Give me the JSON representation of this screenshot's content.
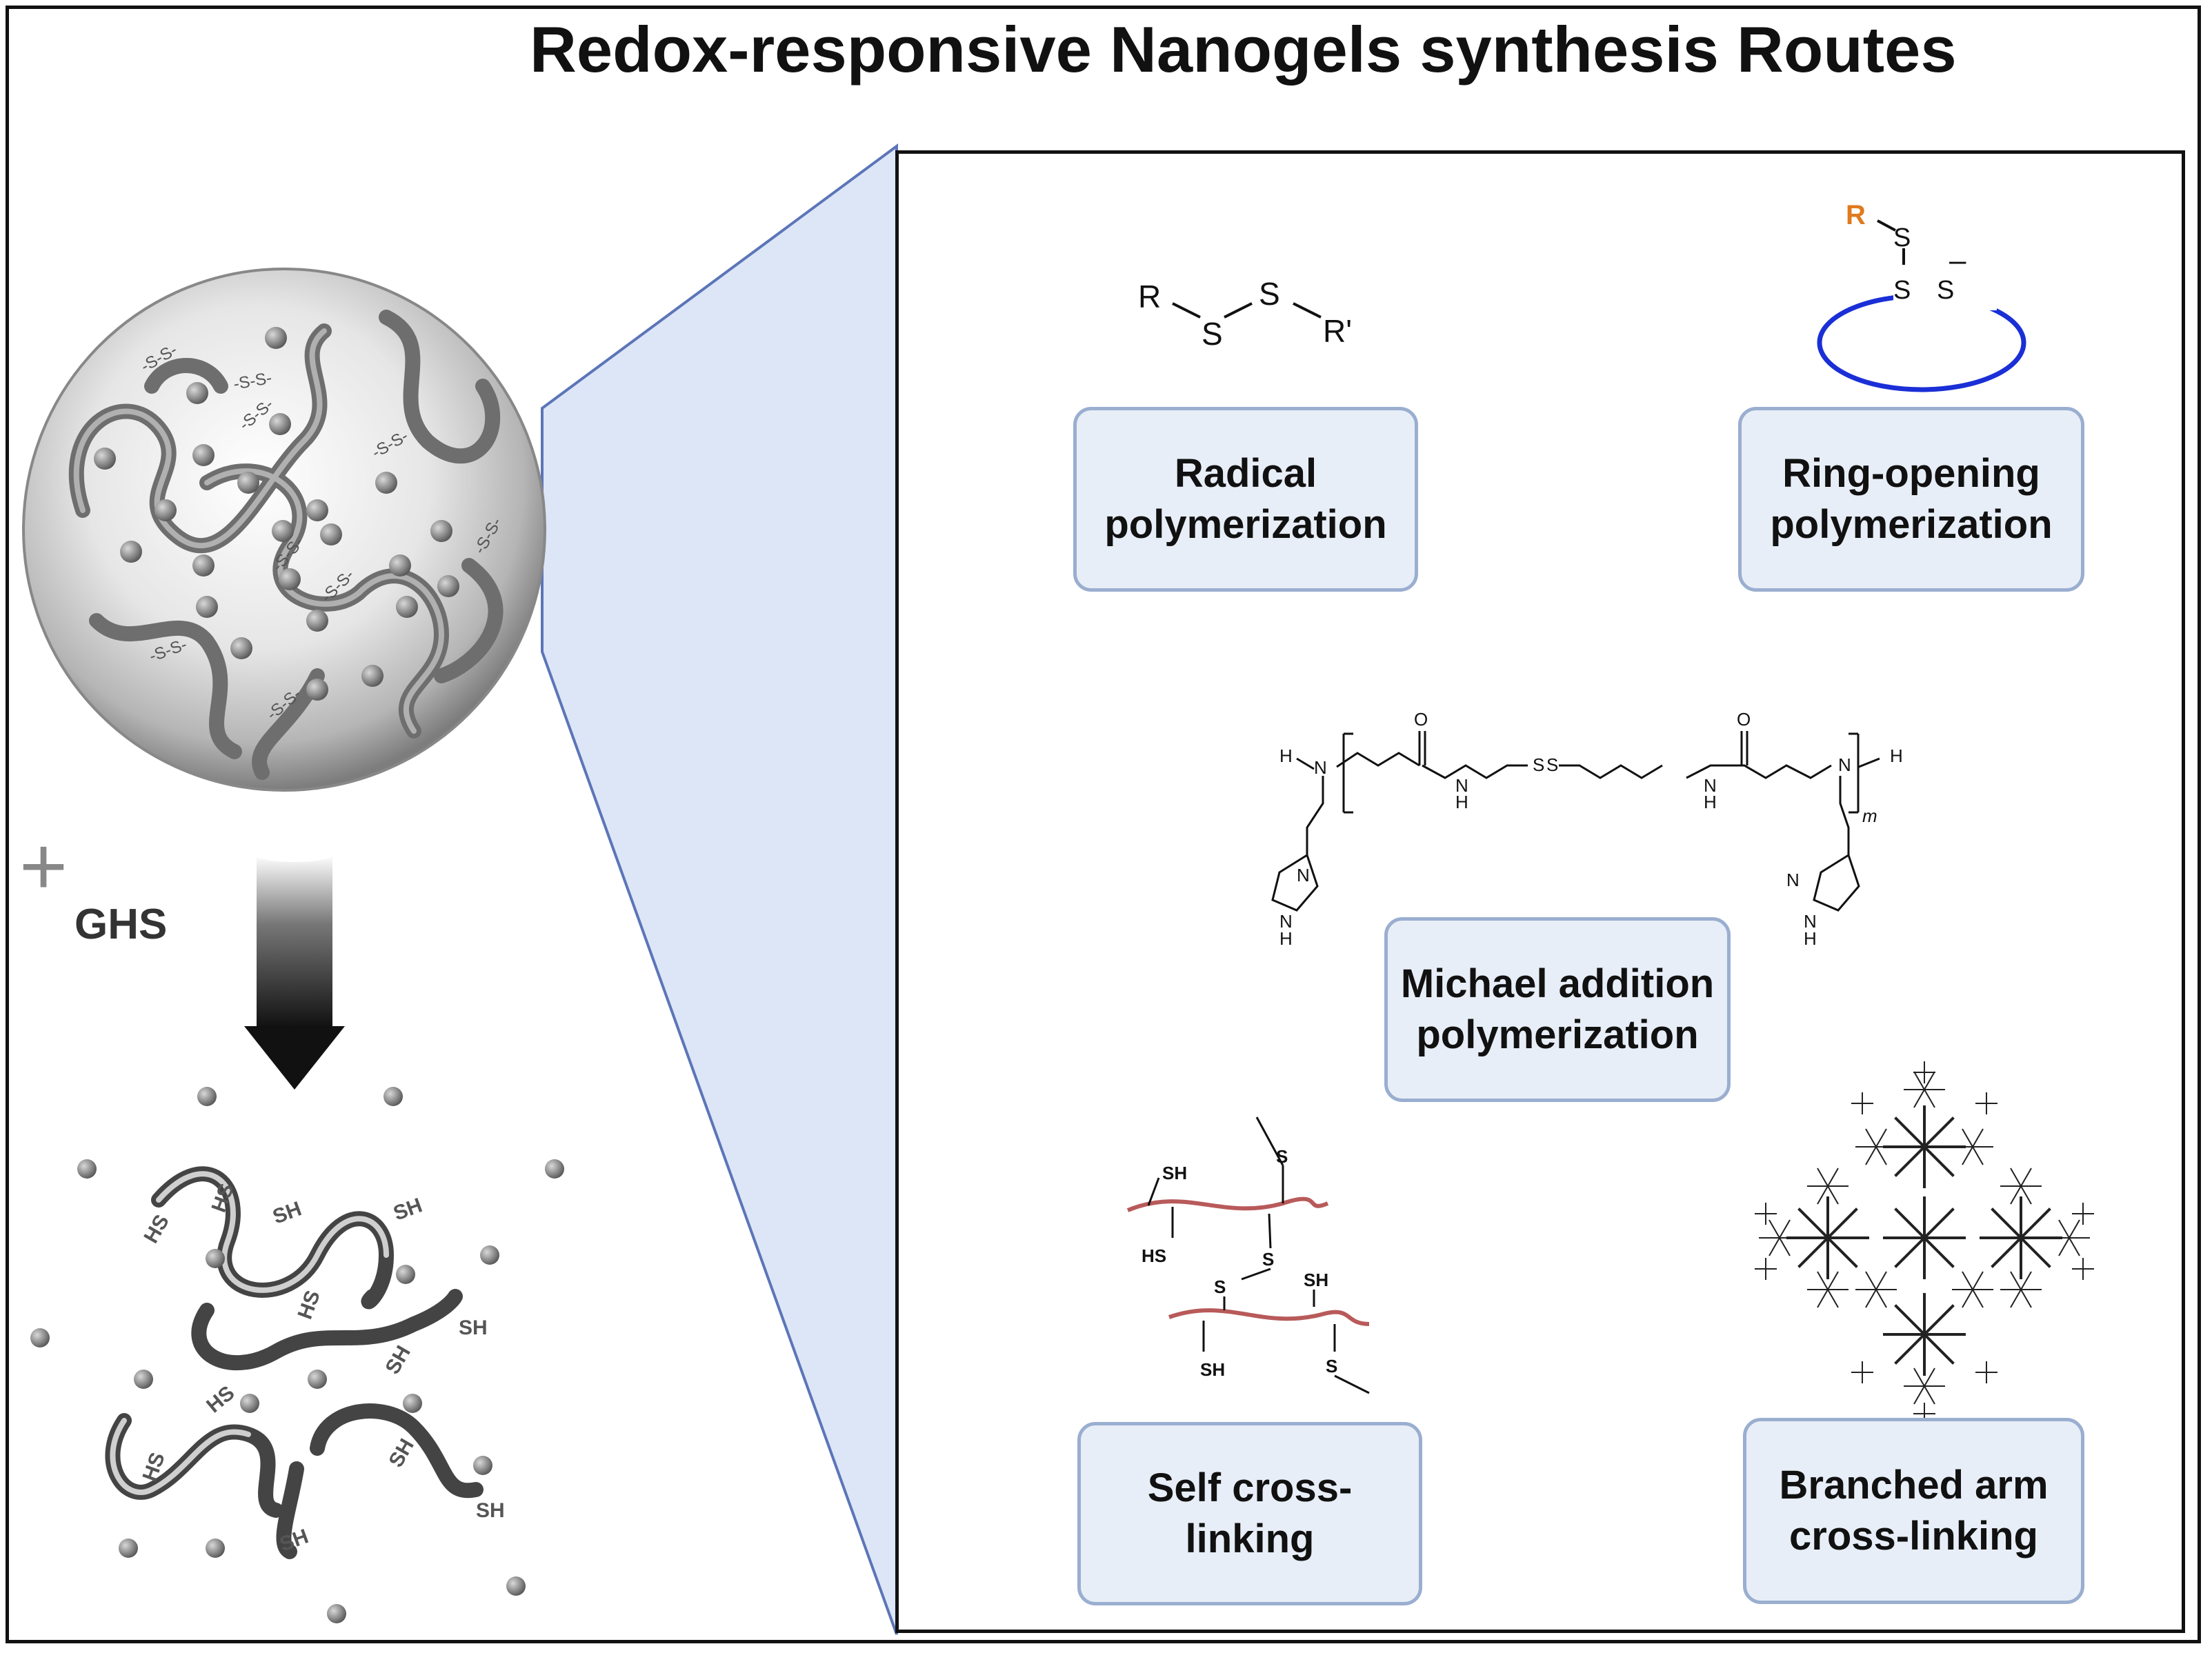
{
  "title": "Redox-responsive Nanogels synthesis Routes",
  "agent": {
    "plus": "+",
    "name": "GHS"
  },
  "routes": {
    "radical": "Radical polymerization",
    "ring_opening": "Ring-opening polymerization",
    "michael": "Michael addition polymerization",
    "self_crosslink": "Self cross-linking",
    "branched": "Branched arm cross-linking"
  },
  "chem_labels": {
    "disulfide": {
      "r": "R",
      "s": "S",
      "r_prime": "R'"
    },
    "ring": {
      "r": "R",
      "s": "S",
      "minus": "–"
    },
    "michael": {
      "h": "H",
      "n": "N",
      "o": "O",
      "s": "S",
      "nh": "N",
      "sub_h": "H",
      "m": "m"
    },
    "thiol": {
      "sh": "SH",
      "hs": "HS",
      "s": "S"
    }
  },
  "nanogel_labels": {
    "disulfide": "-S-S-"
  },
  "colors": {
    "accent_orange": "#e07a1f",
    "ring_blue": "#1a2fd6",
    "box_fill": "#e8eef7",
    "box_border": "#9aaed0",
    "zoom_fill": "#dde6f7",
    "chain_red": "#b85a5a"
  }
}
